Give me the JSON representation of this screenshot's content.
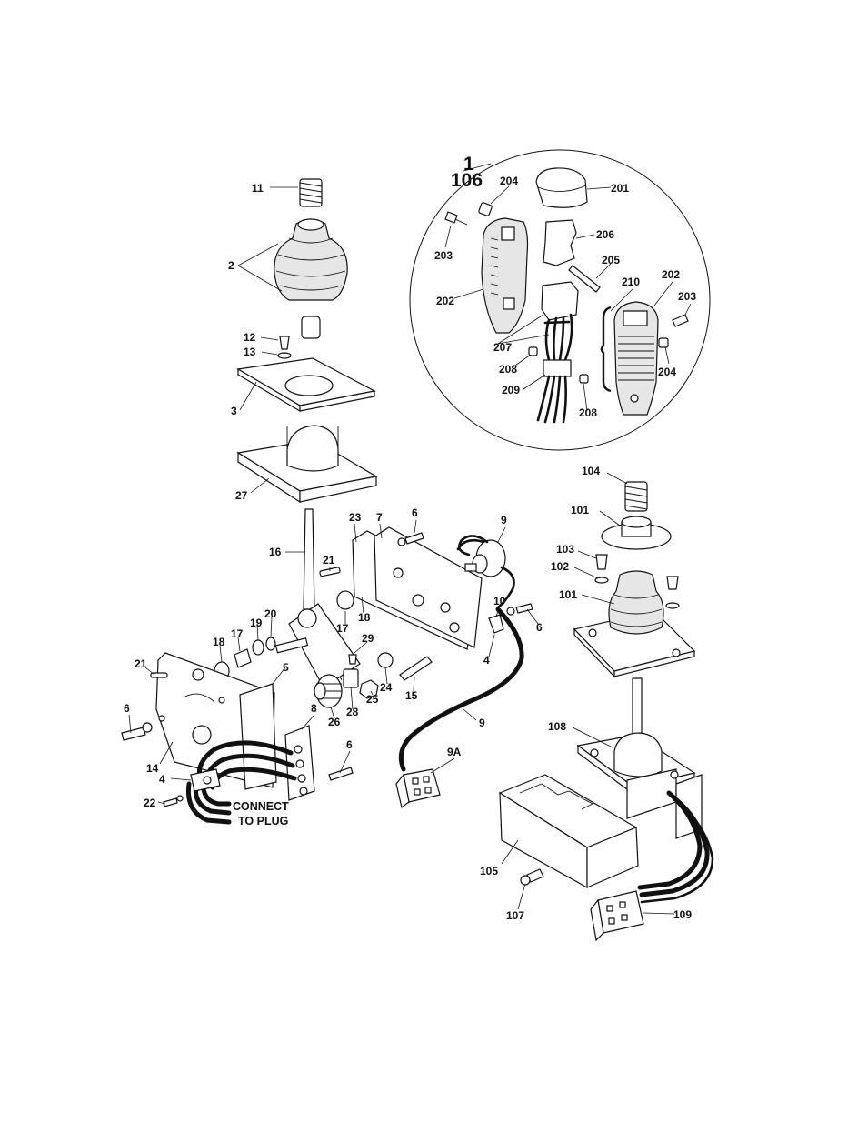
{
  "diagram": {
    "detail_callout": {
      "line1": "1",
      "line2": "106"
    },
    "note": {
      "line1": "CONNECT",
      "line2": "TO PLUG"
    },
    "labels": {
      "l11": "11",
      "l2": "2",
      "l12": "12",
      "l13": "13",
      "l3": "3",
      "l27": "27",
      "l16": "16",
      "l23": "23",
      "l7": "7",
      "l6a": "6",
      "l9a": "9",
      "l21a": "21",
      "l18a": "18",
      "l17a": "17",
      "l20": "20",
      "l19": "19",
      "l17b": "17",
      "l18b": "18",
      "l29": "29",
      "l10": "10",
      "l6b": "6",
      "l4a": "4",
      "l21b": "21",
      "l5": "5",
      "l24": "24",
      "l15": "15",
      "l25": "25",
      "l28": "28",
      "l26": "26",
      "l8": "8",
      "l6c": "6",
      "l6d": "6",
      "l14": "14",
      "l4b": "4",
      "l22": "22",
      "l9b": "9",
      "l9A": "9A",
      "l204a": "204",
      "l201": "201",
      "l203a": "203",
      "l206": "206",
      "l205": "205",
      "l202a": "202",
      "l210": "210",
      "l202b": "202",
      "l203b": "203",
      "l207": "207",
      "l208a": "208",
      "l209": "209",
      "l208b": "208",
      "l204b": "204",
      "l104": "104",
      "l101a": "101",
      "l103": "103",
      "l102": "102",
      "l101b": "101",
      "l108": "108",
      "l105": "105",
      "l107": "107",
      "l109": "109"
    }
  }
}
